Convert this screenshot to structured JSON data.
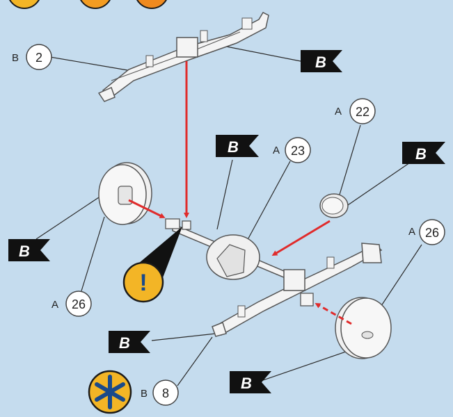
{
  "colors": {
    "background": "#c5dcee",
    "arrow": "#e02b2b",
    "warning_badge": "#f3b526",
    "flag": "#111111",
    "part_fill": "#f4f4f4",
    "part_stroke": "#555555"
  },
  "callouts": {
    "leaf_spring_top": {
      "prefix": "B",
      "number": "2"
    },
    "differential_housing": {
      "prefix": "A",
      "number": "23"
    },
    "cap": {
      "prefix": "A",
      "number": "22"
    },
    "wheel_right": {
      "prefix": "A",
      "number": "26"
    },
    "wheel_left": {
      "prefix": "A",
      "number": "26"
    },
    "leaf_spring_bottom": {
      "prefix": "B",
      "number": "8"
    }
  },
  "flag_letter": "B",
  "icons": {
    "warning": "!"
  }
}
